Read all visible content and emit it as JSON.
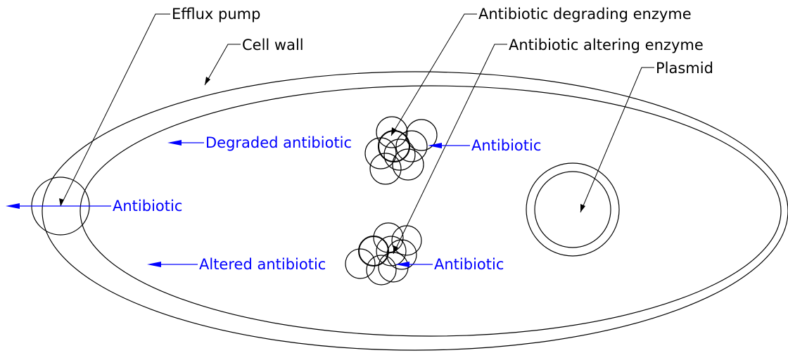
{
  "colors": {
    "line": "#000000",
    "flow": "#0000ff"
  },
  "labels": {
    "efflux_pump": "Efflux pump",
    "cell_wall": "Cell wall",
    "degrading_enzyme": "Antibiotic degrading enzyme",
    "altering_enzyme": "Antibiotic altering enzyme",
    "plasmid": "Plasmid"
  },
  "flows": {
    "efflux_antibiotic": "Antibiotic",
    "degraded_antibiotic": "Degraded antibiotic",
    "degrade_antibiotic_in": "Antibiotic",
    "altered_antibiotic": "Altered antibiotic",
    "alter_antibiotic_in": "Antibiotic"
  }
}
